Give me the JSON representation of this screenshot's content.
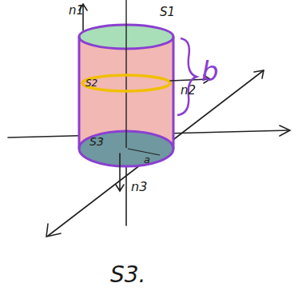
{
  "diagram": {
    "labels": [
      "n1",
      "S1",
      "S2",
      "n2",
      "b",
      "S3",
      "a",
      "n3",
      "S3."
    ]
  }
}
